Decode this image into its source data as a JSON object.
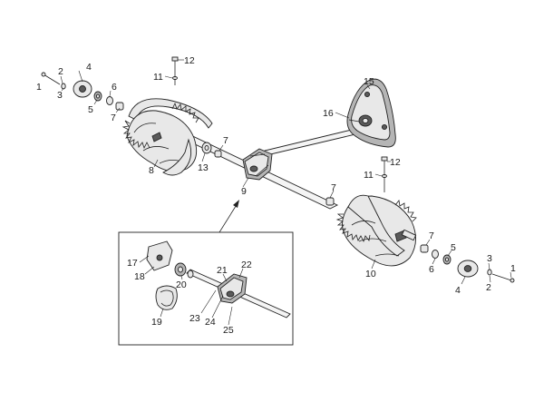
{
  "callouts": {
    "c1_left": "1",
    "c2_left": "2",
    "c3_left": "3",
    "c4_left": "4",
    "c5_left": "5",
    "c6_left": "6",
    "c7_left": "7",
    "c8": "8",
    "c9": "9",
    "c10": "10",
    "c11_left": "11",
    "c12_left": "12",
    "c13": "13",
    "c7_mid": "7",
    "c15": "15",
    "c16": "16",
    "c7_right_a": "7",
    "c11_right": "11",
    "c12_right": "12",
    "c7_right_b": "7",
    "c6_right": "6",
    "c5_right": "5",
    "c4_right": "4",
    "c3_right": "3",
    "c2_right": "2",
    "c1_right": "1",
    "c17": "17",
    "c18": "18",
    "c19": "19",
    "c20": "20",
    "c21": "21",
    "c22": "22",
    "c23": "23",
    "c24": "24",
    "c25": "25"
  }
}
